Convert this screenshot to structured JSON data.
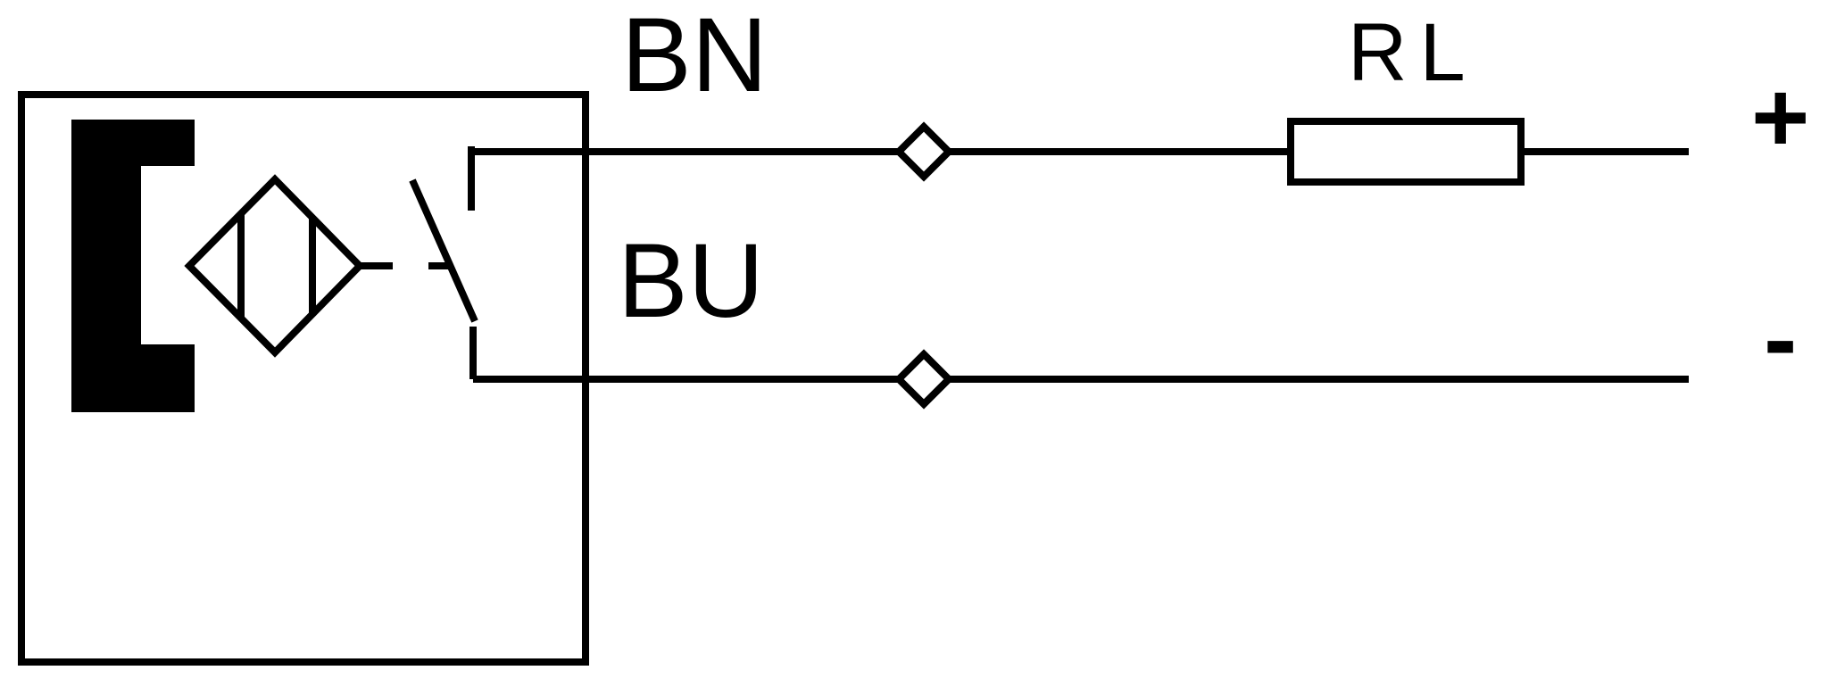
{
  "diagram": {
    "type": "proximity sensor wiring diagram",
    "colors": {
      "line": "#000000",
      "background": "#ffffff"
    },
    "wires": {
      "brown": {
        "label": "BN"
      },
      "blue": {
        "label": "BU"
      }
    },
    "load": {
      "label": "RL"
    },
    "supply": {
      "positive": "+",
      "negative": "-"
    },
    "icons": [
      "sensor-face-icon",
      "inductive-coil-icon",
      "switch-contact-icon",
      "terminal-icon",
      "load-resistor-icon"
    ]
  }
}
